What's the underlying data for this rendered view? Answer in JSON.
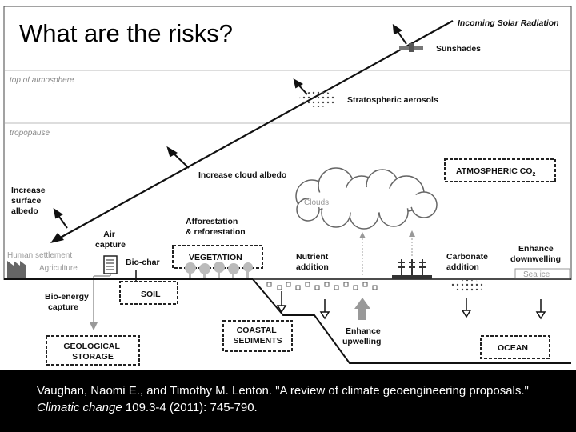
{
  "slide": {
    "title": "What are the risks?"
  },
  "diagram": {
    "incoming_solar": "Incoming Solar Radiation",
    "sunshades": "Sunshades",
    "top_of_atmosphere": "top of atmosphere",
    "stratospheric_aerosols": "Stratospheric aerosols",
    "tropopause": "tropopause",
    "increase_cloud_albedo": "Increase cloud albedo",
    "atmospheric_co2": "ATMOSPHERIC CO",
    "atmospheric_co2_sub": "2",
    "increase_surface_albedo": [
      "Increase",
      "surface",
      "albedo"
    ],
    "clouds": "Clouds",
    "air_capture": [
      "Air",
      "capture"
    ],
    "afforestation": [
      "Afforestation",
      "& reforestation"
    ],
    "vegetation": "VEGETATION",
    "human_settlement": "Human settlement",
    "agriculture": "Agriculture",
    "bio_char": "Bio-char",
    "soil": "SOIL",
    "nutrient_addition": [
      "Nutrient",
      "addition"
    ],
    "carbonate_addition": [
      "Carbonate",
      "addition"
    ],
    "enhance_downwelling": [
      "Enhance",
      "downwelling"
    ],
    "sea_ice": "Sea ice",
    "bio_energy_capture": [
      "Bio-energy",
      "capture"
    ],
    "coastal_sediments": [
      "COASTAL",
      "SEDIMENTS"
    ],
    "enhance_upwelling": [
      "Enhance",
      "upwelling"
    ],
    "geological_storage": [
      "GEOLOGICAL",
      "STORAGE"
    ],
    "ocean": "OCEAN"
  },
  "caption": {
    "text_before": "Vaughan, Naomi E., and Timothy M. Lenton. \"A review of climate geoengineering proposals.\" ",
    "journal": "Climatic change",
    "text_after": " 109.3-4 (2011): 745-790."
  }
}
